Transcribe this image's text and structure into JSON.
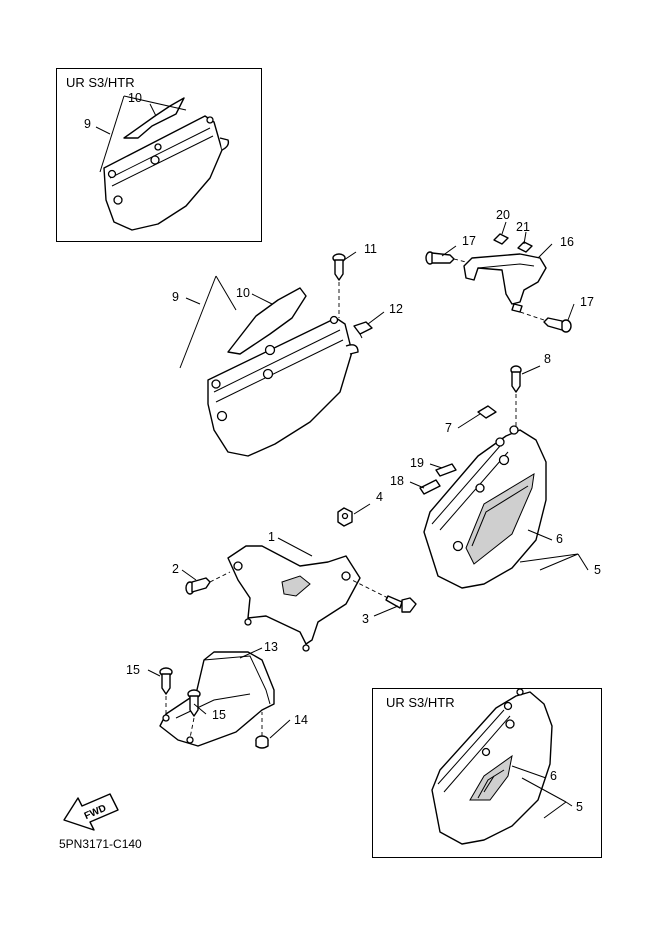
{
  "insets": {
    "top_title": "UR S3/HTR",
    "bottom_title": "UR S3/HTR"
  },
  "callouts": {
    "c1": "1",
    "c2": "2",
    "c3": "3",
    "c4": "4",
    "c5": "5",
    "c6": "6",
    "c7": "7",
    "c8": "8",
    "c9": "9",
    "c10": "10",
    "c11": "11",
    "c12": "12",
    "c13": "13",
    "c14": "14",
    "c15": "15",
    "c16": "16",
    "c17": "17",
    "c18": "18",
    "c19": "19",
    "c20": "20",
    "c21": "21"
  },
  "forward_arrow": "FWD",
  "diagram_code": "5PN3171-C140"
}
